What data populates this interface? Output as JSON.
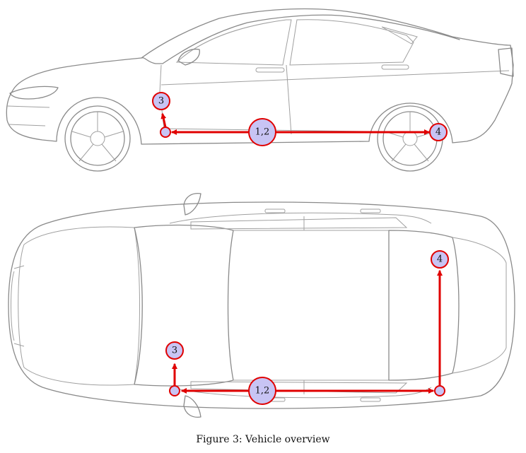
{
  "caption": "Figure 3: Vehicle overview",
  "colors": {
    "arrow": "#e00000",
    "marker_fill": "#c8c4f4",
    "car_outline": "#8a8a8a"
  },
  "side_view": {
    "markers": {
      "m12": "1,2",
      "m3": "3",
      "m4": "4"
    }
  },
  "top_view": {
    "markers": {
      "m12": "1,2",
      "m3": "3",
      "m4": "4"
    }
  }
}
